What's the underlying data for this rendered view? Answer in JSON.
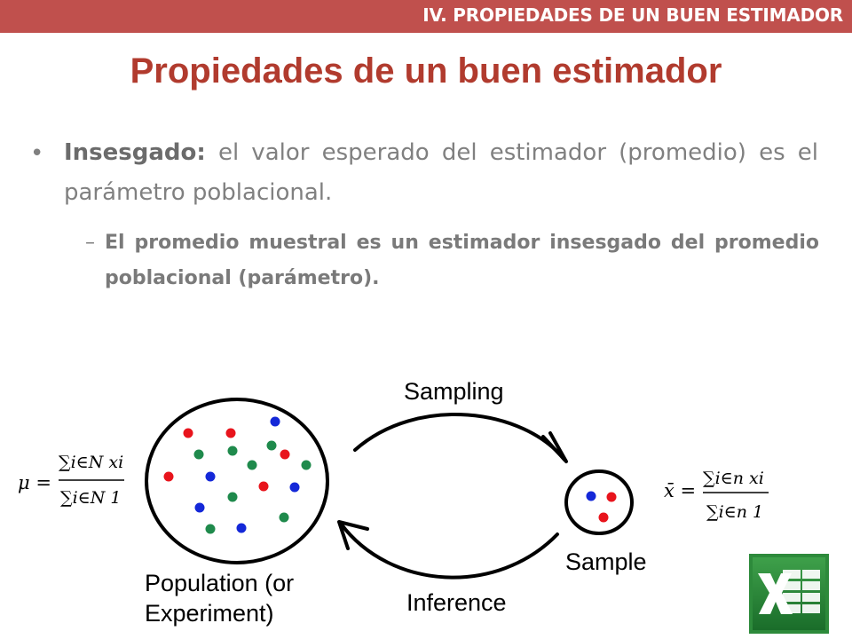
{
  "header": {
    "section": "IV. PROPIEDADES DE UN BUEN ESTIMADOR"
  },
  "title": "Propiedades de un buen estimador",
  "bullet": {
    "term": "Insesgado:",
    "text": " el valor esperado del estimador (promedio) es el parámetro poblacional."
  },
  "subbullet": {
    "text": "El promedio muestral es un estimador insesgado del promedio poblacional (parámetro)."
  },
  "diagram": {
    "sampling_label": "Sampling",
    "inference_label": "Inference",
    "sample_label": "Sample",
    "population_label_line1": "Population (or",
    "population_label_line2": "Experiment)",
    "population_formula": {
      "lhs": "μ =",
      "numerator": "∑i∈N xi",
      "denominator": "∑i∈N 1"
    },
    "sample_formula": {
      "lhs": "x̄ =",
      "numerator": "∑i∈n xi",
      "denominator": "∑i∈n 1"
    },
    "colors": {
      "red": "#e8141c",
      "green": "#1f8a4c",
      "blue": "#1428d8"
    }
  },
  "icons": {
    "excel": "excel-icon"
  }
}
